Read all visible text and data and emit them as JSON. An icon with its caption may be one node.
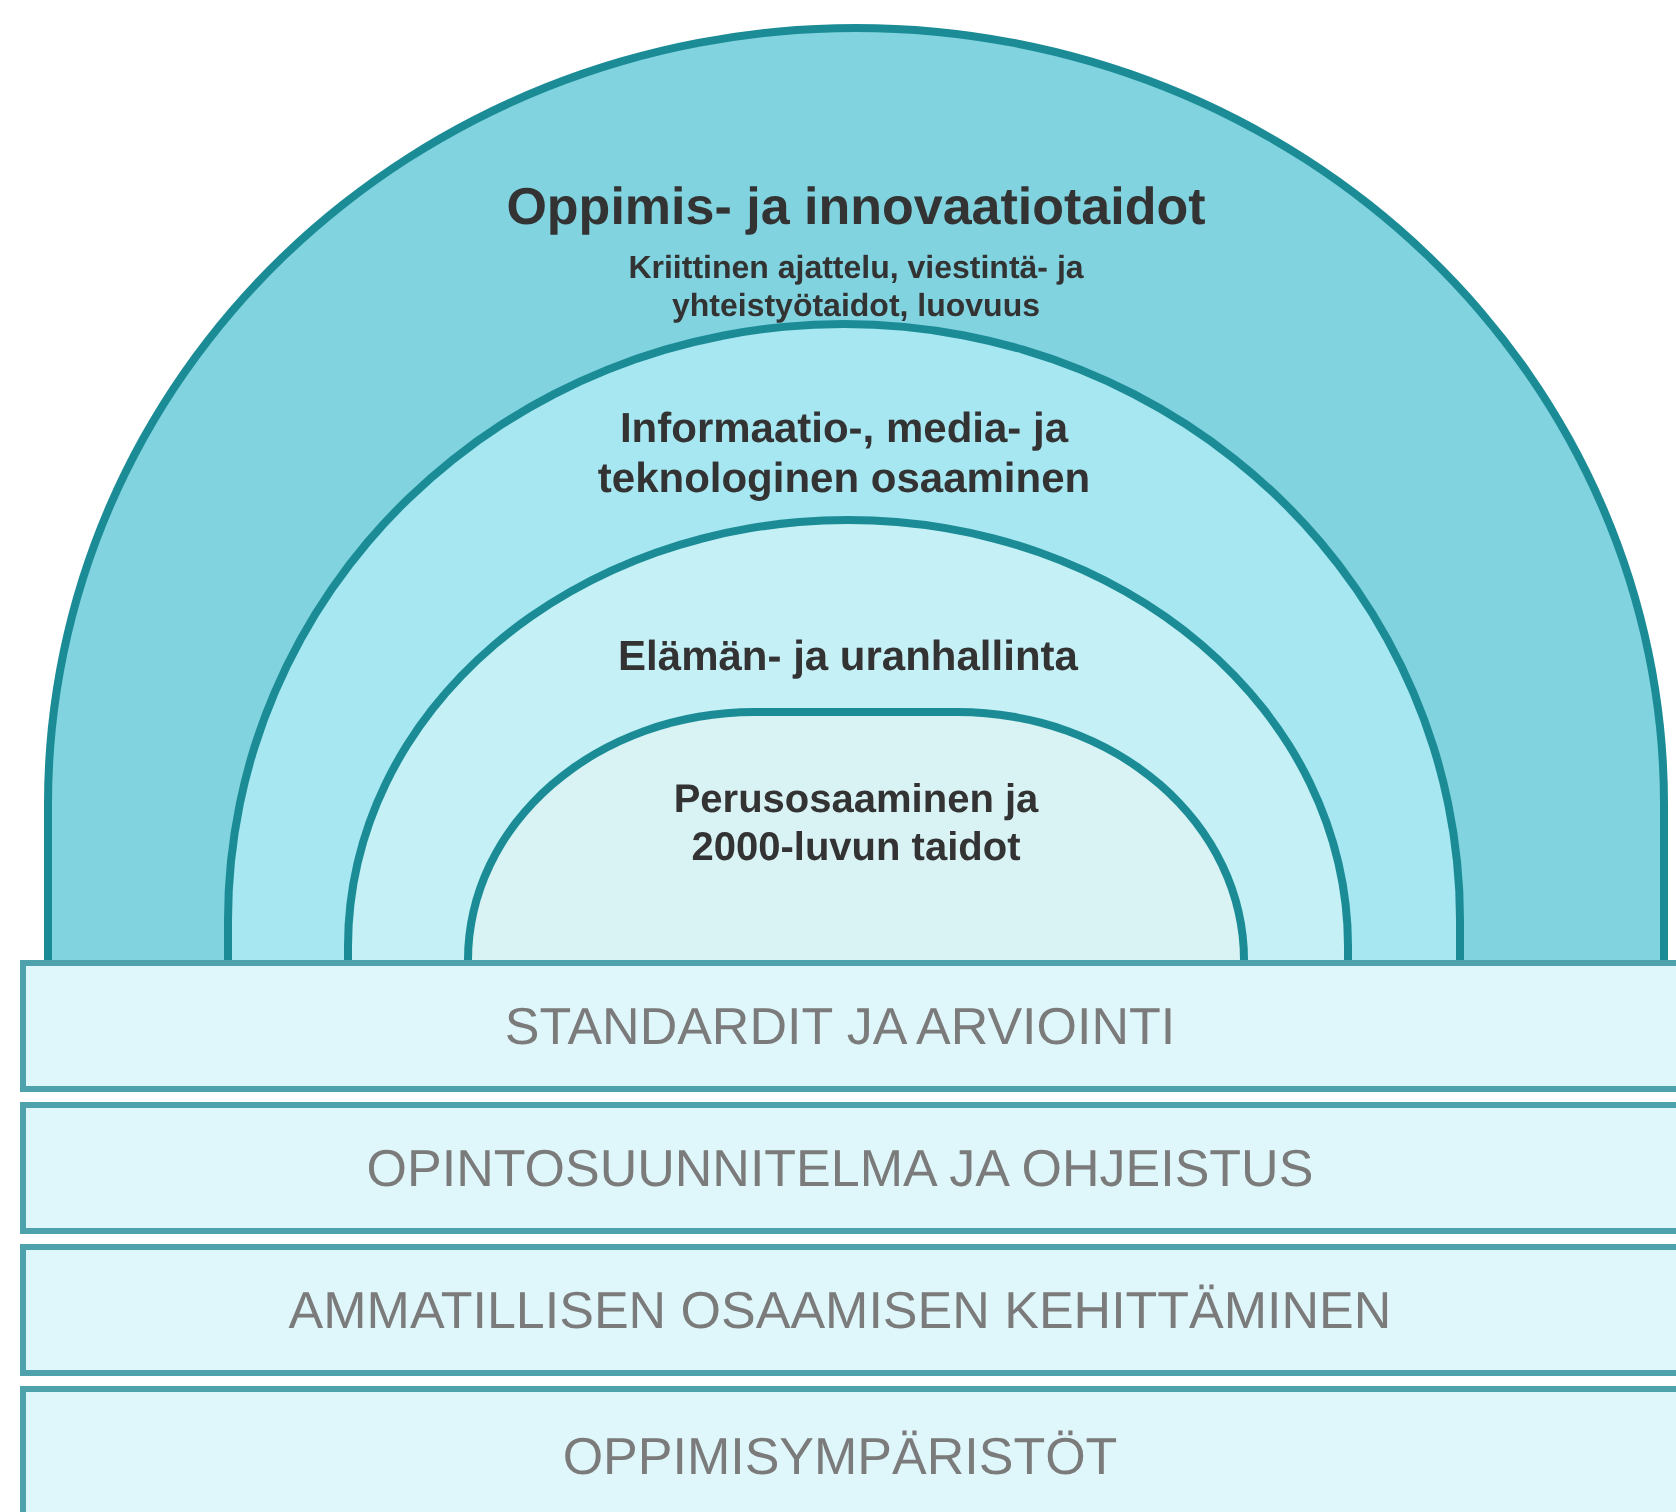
{
  "diagram": {
    "nodes": [
      {
        "text": [
          "Oppimis- ja innovaatiotaidot",
          "Kriittinen ajattelu, viestintä- ja yhteistyötaidot, luovuus"
        ]
      },
      {
        "text": [
          "Informaatio-, media- ja teknologinen osaaminen"
        ],
        "in": 0
      },
      {
        "text": [
          "Elämän- ja uranhallinta"
        ],
        "in": 1
      },
      {
        "text": [
          "Perusosaaminen ja 2000-luvun taidot"
        ],
        "in": 2
      },
      {
        "text": [
          "STANDARDIT JA ARVIOINTI"
        ]
      },
      {
        "text": [
          "OPINTOSUUNNITELMA JA OHJEISTUS"
        ]
      },
      {
        "text": [
          "AMMATILLISEN OSAAMISEN KEHITTÄMINEN"
        ]
      },
      {
        "text": [
          "OPPIMISYMPÄRISTÖT"
        ]
      }
    ]
  }
}
